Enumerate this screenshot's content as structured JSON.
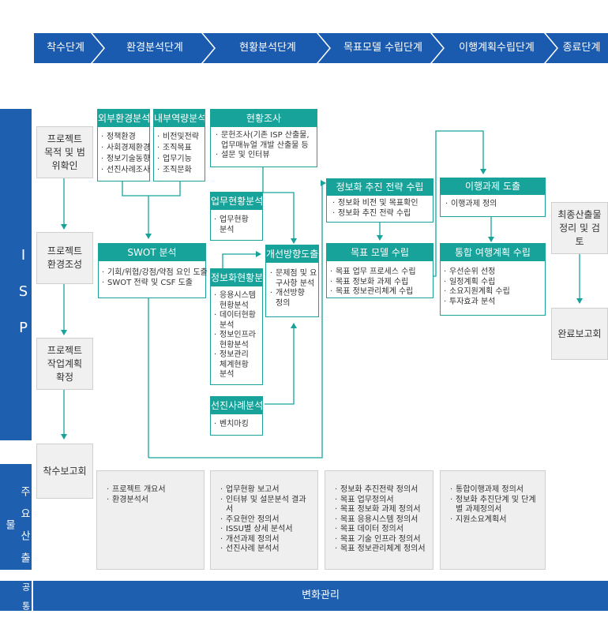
{
  "phases": [
    "착수단계",
    "환경분석단계",
    "현황분석단계",
    "목표모델 수립단계",
    "이행계획수립단계",
    "종료단계"
  ],
  "side": {
    "isp": "I S P",
    "outputs": "주 요 산 출 물",
    "common": "공 통"
  },
  "gray": {
    "purpose": "프로젝트 목적 및 범위확인",
    "env": "프로젝트 환경조성",
    "plan": "프로젝트 작업계획 확정",
    "kickoff_report": "착수보고회",
    "final_output": "최종산출물 정리 및 검토",
    "completion_report": "완료보고회"
  },
  "boxes": {
    "external": {
      "title": "외부환경분석",
      "items": [
        "정책환경",
        "사회경제환경",
        "정보기술동향",
        "선진사례조사"
      ]
    },
    "internal": {
      "title": "내부역량분석",
      "items": [
        "비전및전략",
        "조직목표",
        "업무기능",
        "조직문화"
      ]
    },
    "survey": {
      "title": "현황조사",
      "items": [
        "문헌조사(기존 ISP 산출물, 업무매뉴얼 개발 산출물 등",
        "설문 및 인터뷰"
      ]
    },
    "swot": {
      "title": "SWOT 분석",
      "items": [
        "기회/위협/강점/약점 요인 도출",
        "SWOT 전략 및 CSF 도출"
      ]
    },
    "biz": {
      "title": "업무현황분석",
      "items": [
        "업무현황 분석"
      ]
    },
    "info": {
      "title": "정보화현황분석",
      "items": [
        "응용시스템 현황분석",
        "데이터현황 분석",
        "정보인프라 현황분석",
        "정보관리 체계현황 분석"
      ]
    },
    "improve": {
      "title": "개선방향도출",
      "items": [
        "문제점 및 요구사항 분석",
        "개선방향 정의"
      ]
    },
    "adv": {
      "title": "선진사례분석",
      "items": [
        "벤치마킹"
      ]
    },
    "strategy": {
      "title": "정보화 추진 전략 수립",
      "items": [
        "정보화 비전 및 목표확인",
        "정보화 추진 전략 수립"
      ]
    },
    "target": {
      "title": "목표 모델 수립",
      "items": [
        "목표 업무 프로세스 수립",
        "목표 정보화 과제 수립",
        "목표 정보관리체계 수립"
      ]
    },
    "task": {
      "title": "이행과제 도출",
      "items": [
        "이행과제 정의"
      ]
    },
    "roadmap": {
      "title": "통합 여행계획 수립",
      "items": [
        "우선순위 선정",
        "일정계획 수립",
        "소요지원계획 수립",
        "투자효과 분석"
      ]
    }
  },
  "outputs": [
    [
      "프로젝트 개요서",
      "환경분석서"
    ],
    [
      "업무현황 보고서",
      "인터뷰 및 설문분석 결과서",
      "주요현안 정의서",
      "ISSU별 상세 분석서",
      "개선과제 정의서",
      "선진사례 분석서"
    ],
    [
      "정보화 추진전략 정의서",
      "목표 업무정의서",
      "목표 정보화 과제 정의서",
      "목표 응용시스템 정의서",
      "목표 데이터 정의서",
      "목표 기술 인프라 정의서",
      "목표 정보관리체계 정의서"
    ],
    [
      "통합이행과제 정의서",
      "정보화 추진단계 및 단계별 과제정의서",
      "지원소요계획서"
    ]
  ],
  "footer": "변화관리",
  "colors": {
    "phase": "#1a5bb0",
    "teal": "#17a39a",
    "side": "#1e5fb0"
  }
}
